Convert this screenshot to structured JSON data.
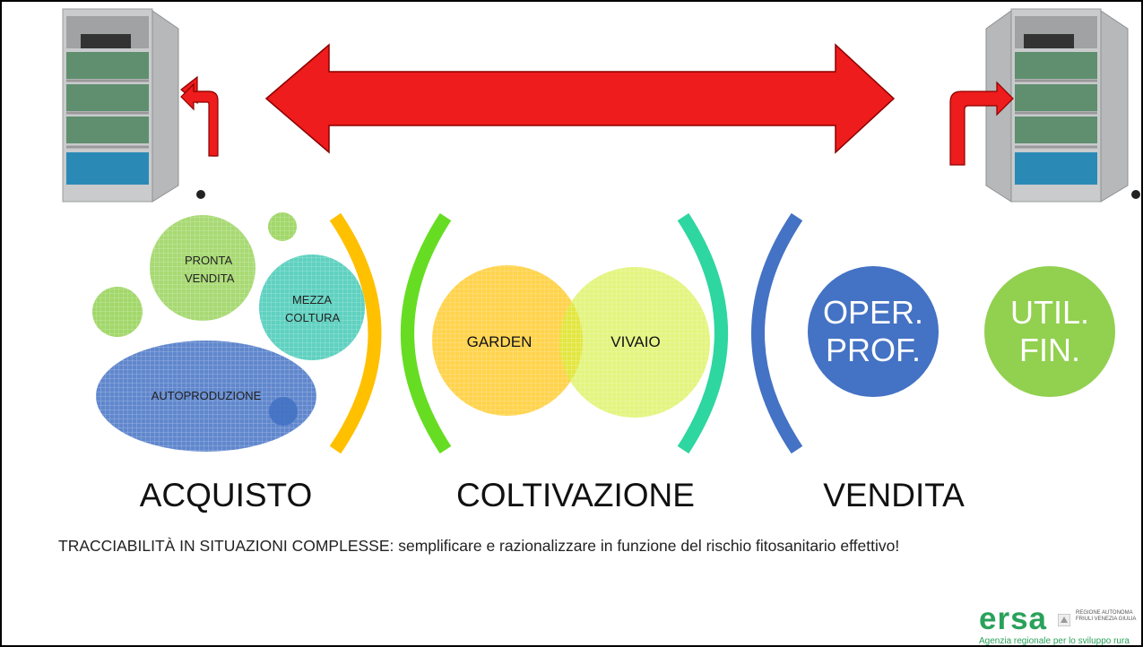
{
  "acquisto": {
    "label": "ACQUISTO",
    "pronta_vendita": [
      "PRONTA",
      "VENDITA"
    ],
    "mezza_coltura": [
      "MEZZA",
      "COLTURA"
    ],
    "autoproduzione": "AUTOPRODUZIONE"
  },
  "coltivazione": {
    "label": "COLTIVAZIONE",
    "garden": "GARDEN",
    "vivaio": "VIVAIO"
  },
  "vendita": {
    "label": "VENDITA",
    "oper_prof": [
      "OPER.",
      "PROF."
    ],
    "util_fin": [
      "UTIL.",
      "FIN."
    ]
  },
  "caption": "TRACCIABILITÀ IN SITUAZIONI COMPLESSE: semplificare e razionalizzare in funzione del rischio fitosanitario effettivo!",
  "logo": {
    "word": "ersa",
    "region": [
      "REGIONE AUTONOMA",
      "FRIULI VENEZIA GIULIA"
    ],
    "tagline": "Agenzia regionale per lo sviluppo rura"
  },
  "colors": {
    "arrow_red": "#ee1c1c",
    "blue_circle": "#4472c4",
    "green_circle": "#92d050",
    "orange_bracket": "#ffc000",
    "green_bracket": "#66dd22",
    "teal_bracket": "#2ed6a0",
    "blue_bracket": "#4472c4"
  }
}
